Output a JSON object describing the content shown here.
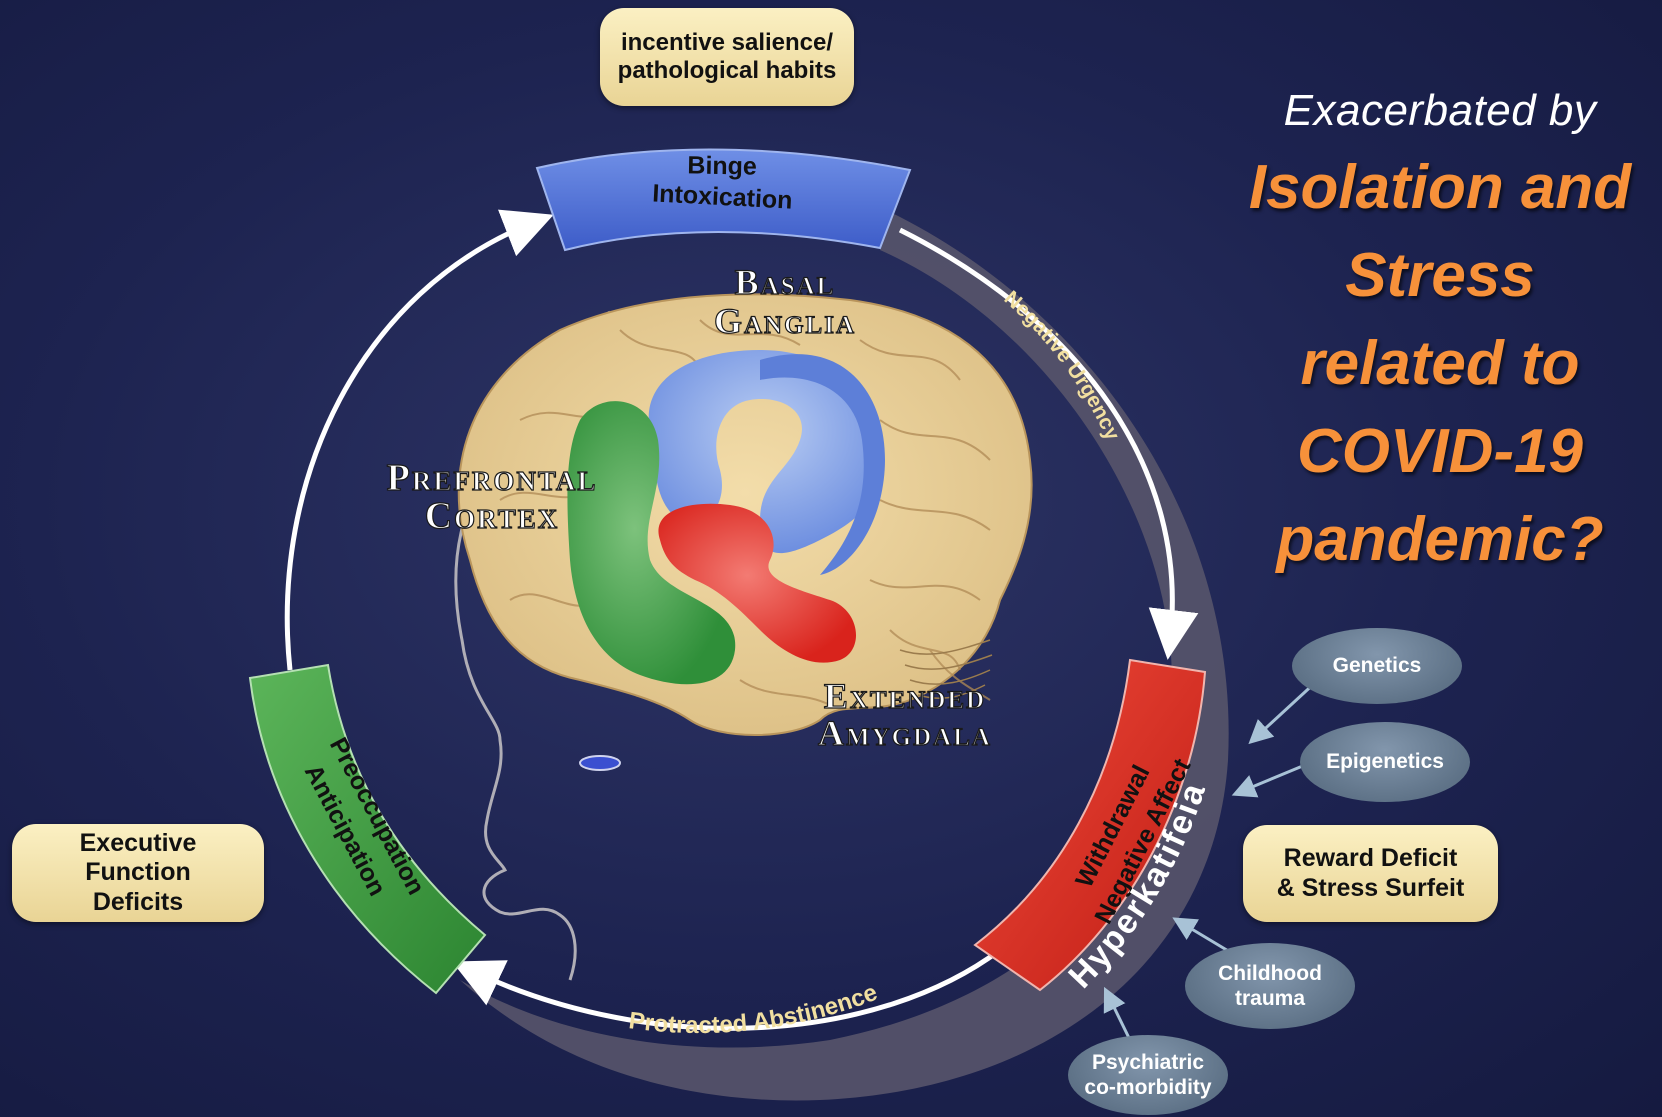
{
  "cycle": {
    "binge": {
      "line1": "Binge",
      "line2": "Intoxication",
      "color": "#4d6fd8"
    },
    "withdrawal": {
      "line1": "Withdrawal",
      "line2": "Negative Affect",
      "color": "#d8281e"
    },
    "preoccupation": {
      "line1": "Preoccupation",
      "line2": "Anticipation",
      "color": "#3a9b3c"
    },
    "hyperkatifeia": "Hyperkatifeia",
    "negative_urgency": "Negative Urgency",
    "protracted_abstinence": "Protracted Abstinence"
  },
  "brain_regions": {
    "basal_ganglia": [
      "Basal",
      "Ganglia"
    ],
    "prefrontal_cortex": [
      "Prefrontal",
      "Cortex"
    ],
    "extended_amygdala": [
      "Extended",
      "Amygdala"
    ]
  },
  "callouts": {
    "incentive": [
      "incentive salience/",
      "pathological habits"
    ],
    "executive": [
      "Executive",
      "Function",
      "Deficits"
    ],
    "reward": [
      "Reward Deficit",
      "& Stress Surfeit"
    ]
  },
  "factors": {
    "genetics": [
      "Genetics"
    ],
    "epigenetics": [
      "Epigenetics"
    ],
    "childhood": [
      "Childhood",
      "trauma"
    ],
    "psychiatric": [
      "Psychiatric",
      "co-morbidity"
    ]
  },
  "headline": {
    "sub": "Exacerbated by",
    "lines": [
      "Isolation and",
      "Stress",
      "related to",
      "COVID-19",
      "pandemic?"
    ],
    "color": "#f7913a"
  }
}
